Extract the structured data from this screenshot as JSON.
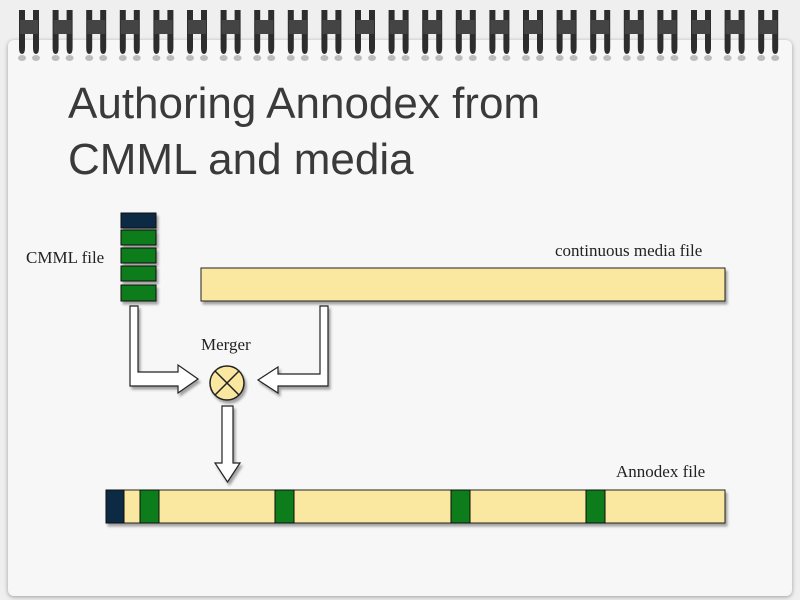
{
  "slide": {
    "title_line1": "Authoring Annodex from",
    "title_line2": "CMML and media"
  },
  "diagram": {
    "cmml_label": "CMML file",
    "media_label": "continuous media file",
    "merger_label": "Merger",
    "annodex_label": "Annodex file"
  },
  "colors": {
    "bar_fill": "#fbe8a0",
    "clip_green": "#0d7d1c",
    "head_navy": "#0f2a44",
    "title_text": "#3a3a3a"
  },
  "icons": [
    "spiral-binding-icon",
    "merger-cross-icon",
    "arrow-right-icon",
    "arrow-left-icon",
    "arrow-down-icon"
  ]
}
